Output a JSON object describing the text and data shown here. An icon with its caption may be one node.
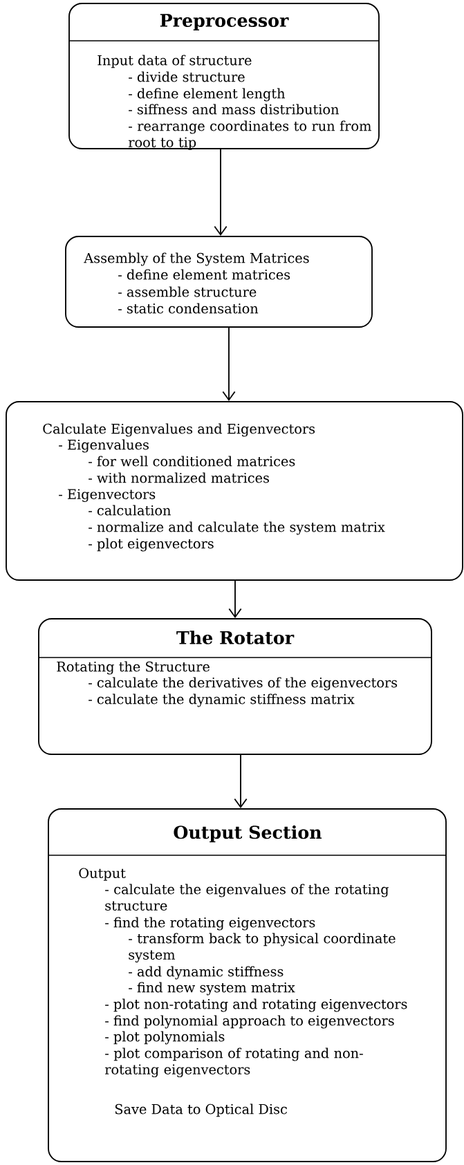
{
  "diagram": {
    "nodes": [
      {
        "text": [
          "Preprocessor",
          "Input data of structure",
          "- divide structure",
          "- define element length",
          "- siffness and mass distribution",
          "- rearrange coordinates to run from root to tip"
        ]
      },
      {
        "text": [
          "Assembly of the System Matrices",
          "- define element matrices",
          "- assemble structure",
          "- static condensation"
        ]
      },
      {
        "text": [
          "Calculate Eigenvalues and Eigenvectors",
          "- Eigenvalues",
          "- for well conditioned matrices",
          "- with normalized matrices",
          "- Eigenvectors",
          "- calculation",
          "- normalize and calculate the system matrix",
          "- plot eigenvectors"
        ]
      },
      {
        "text": [
          "The Rotator",
          "Rotating the Structure",
          "- calculate the derivatives of the eigenvectors",
          "- calculate the dynamic stiffness matrix"
        ]
      },
      {
        "text": [
          "Output Section",
          "Output",
          "- calculate the eigenvalues of the rotating structure",
          "- find the rotating eigenvectors",
          "- transform back to physical coordinate system",
          "- add dynamic stiffness",
          "- find new system matrix",
          "- plot non-rotating and rotating eigenvectors",
          "- find polynomial approach to eigenvectors",
          "- plot polynomials",
          "- plot comparison of rotating and non-rotating eigenvectors",
          "Save Data to Optical Disc"
        ]
      }
    ],
    "edges": [
      {
        "from": 0,
        "to": 1,
        "arrow": "to"
      },
      {
        "from": 1,
        "to": 2,
        "arrow": "to"
      },
      {
        "from": 2,
        "to": 3,
        "arrow": "to"
      },
      {
        "from": 3,
        "to": 4,
        "arrow": "to"
      }
    ]
  }
}
